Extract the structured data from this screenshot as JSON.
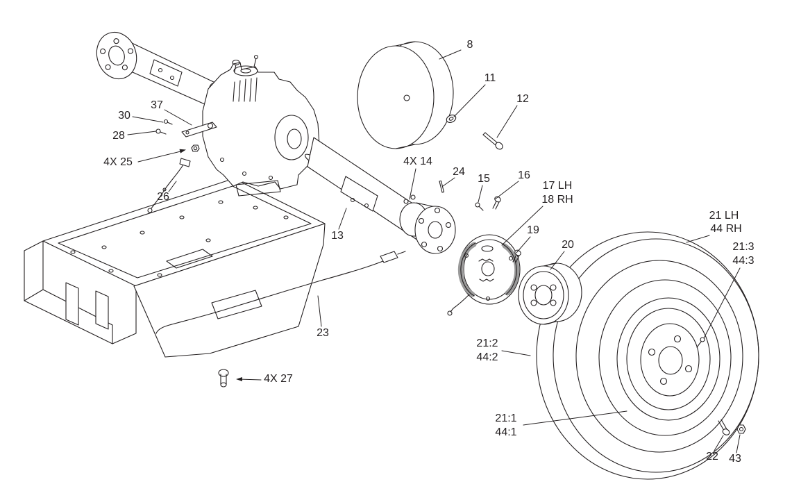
{
  "figure": {
    "kind": "exploded-parts-diagram",
    "subject": "rear axle, transaxle, brake and wheel assembly",
    "colors": {
      "line": "#231f20",
      "background": "#ffffff",
      "shade": "#9b9b9b"
    }
  },
  "callouts": {
    "p8": "8",
    "p11": "11",
    "p12": "12",
    "p13": "13",
    "p14": "4X 14",
    "p24": "24",
    "p15": "15",
    "p16": "16",
    "p17": "17 LH",
    "p18": "18 RH",
    "p19": "19",
    "p20": "20",
    "p21": "21 LH",
    "p44": "44 RH",
    "p21_3": "21:3",
    "p44_3": "44:3",
    "p21_2": "21:2",
    "p44_2": "44:2",
    "p21_1": "21:1",
    "p44_1": "44:1",
    "p22": "22",
    "p43": "43",
    "p23": "23",
    "p25": "4X 25",
    "p26": "26",
    "p27": "4X 27",
    "p28": "28",
    "p30": "30",
    "p37": "37"
  }
}
